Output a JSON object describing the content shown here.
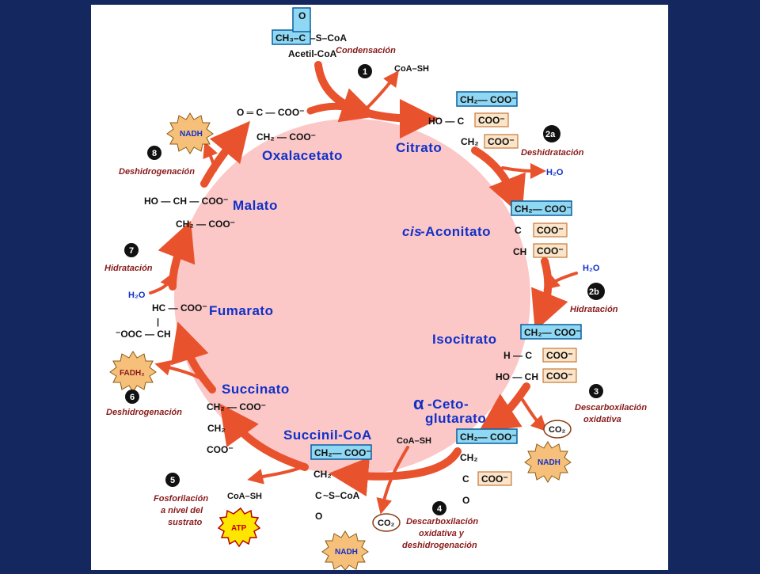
{
  "colors": {
    "background": "#14275e",
    "panel": "#ffffff",
    "circle": "#fbc7c7",
    "arrow": "#e8532e",
    "name": "#1030c8",
    "step": "#8a1a1a",
    "blue_box": "#8fd8f4",
    "tan_box": "#fbe4c8",
    "burst_fill": "#f6c07a"
  },
  "intermediates": {
    "acetyl_coa": "Acetil-CoA",
    "citrato": "Citrato",
    "cis_italic": "cis",
    "aconitato": "-Aconitato",
    "isocitrato": "Isocitrato",
    "alpha": "α",
    "ceto": "-Ceto-",
    "glutarato": "glutarato",
    "succinil_coa": "Succinil-CoA",
    "succinato": "Succinato",
    "fumarato": "Fumarato",
    "malato": "Malato",
    "oxalacetato": "Oxalacetato"
  },
  "steps": {
    "s1": {
      "num": "1",
      "label": "Condensación"
    },
    "s2a": {
      "num": "2a",
      "label": "Deshidratación"
    },
    "s2b": {
      "num": "2b",
      "label": "Hidratación"
    },
    "s3": {
      "num": "3",
      "line1": "Descarboxilación",
      "line2": "oxidativa"
    },
    "s4": {
      "num": "4",
      "line1": "Descarboxilación",
      "line2": "oxidativa y",
      "line3": "deshidrogenación"
    },
    "s5": {
      "num": "5",
      "line1": "Fosforilación",
      "line2": "a nivel del",
      "line3": "sustrato"
    },
    "s6": {
      "num": "6",
      "label": "Deshidrogenación"
    },
    "s7": {
      "num": "7",
      "label": "Hidratación"
    },
    "s8": {
      "num": "8",
      "label": "Deshidrogenación"
    }
  },
  "molecules": {
    "coash": "CoA–SH",
    "h2o": "H₂O",
    "co2": "CO₂",
    "nadh": "NADH",
    "fadh2": "FADH₂",
    "atp": "ATP"
  },
  "fragments": {
    "ch2_coo": "CH₂— COO⁻",
    "coo": "COO⁻",
    "ho_c": "HO — C",
    "ho_ch": "HO — CH",
    "h_c": "H — C",
    "c": "C",
    "ch": "CH",
    "ch2": "CH₂",
    "ch3_c": "CH₃–C",
    "s_coa": "–S–CoA",
    "s_coa2": "~S–CoA",
    "o": "O",
    "ho_ch_coo": "HO — CH — COO⁻",
    "ch2_coo_plain": "CH₂ — COO⁻",
    "hc_coo": "HC — COO⁻",
    "ooc_ch": "⁻OOC — CH",
    "o_c_coo": "O ═ C — COO⁻",
    "bar": "|"
  }
}
